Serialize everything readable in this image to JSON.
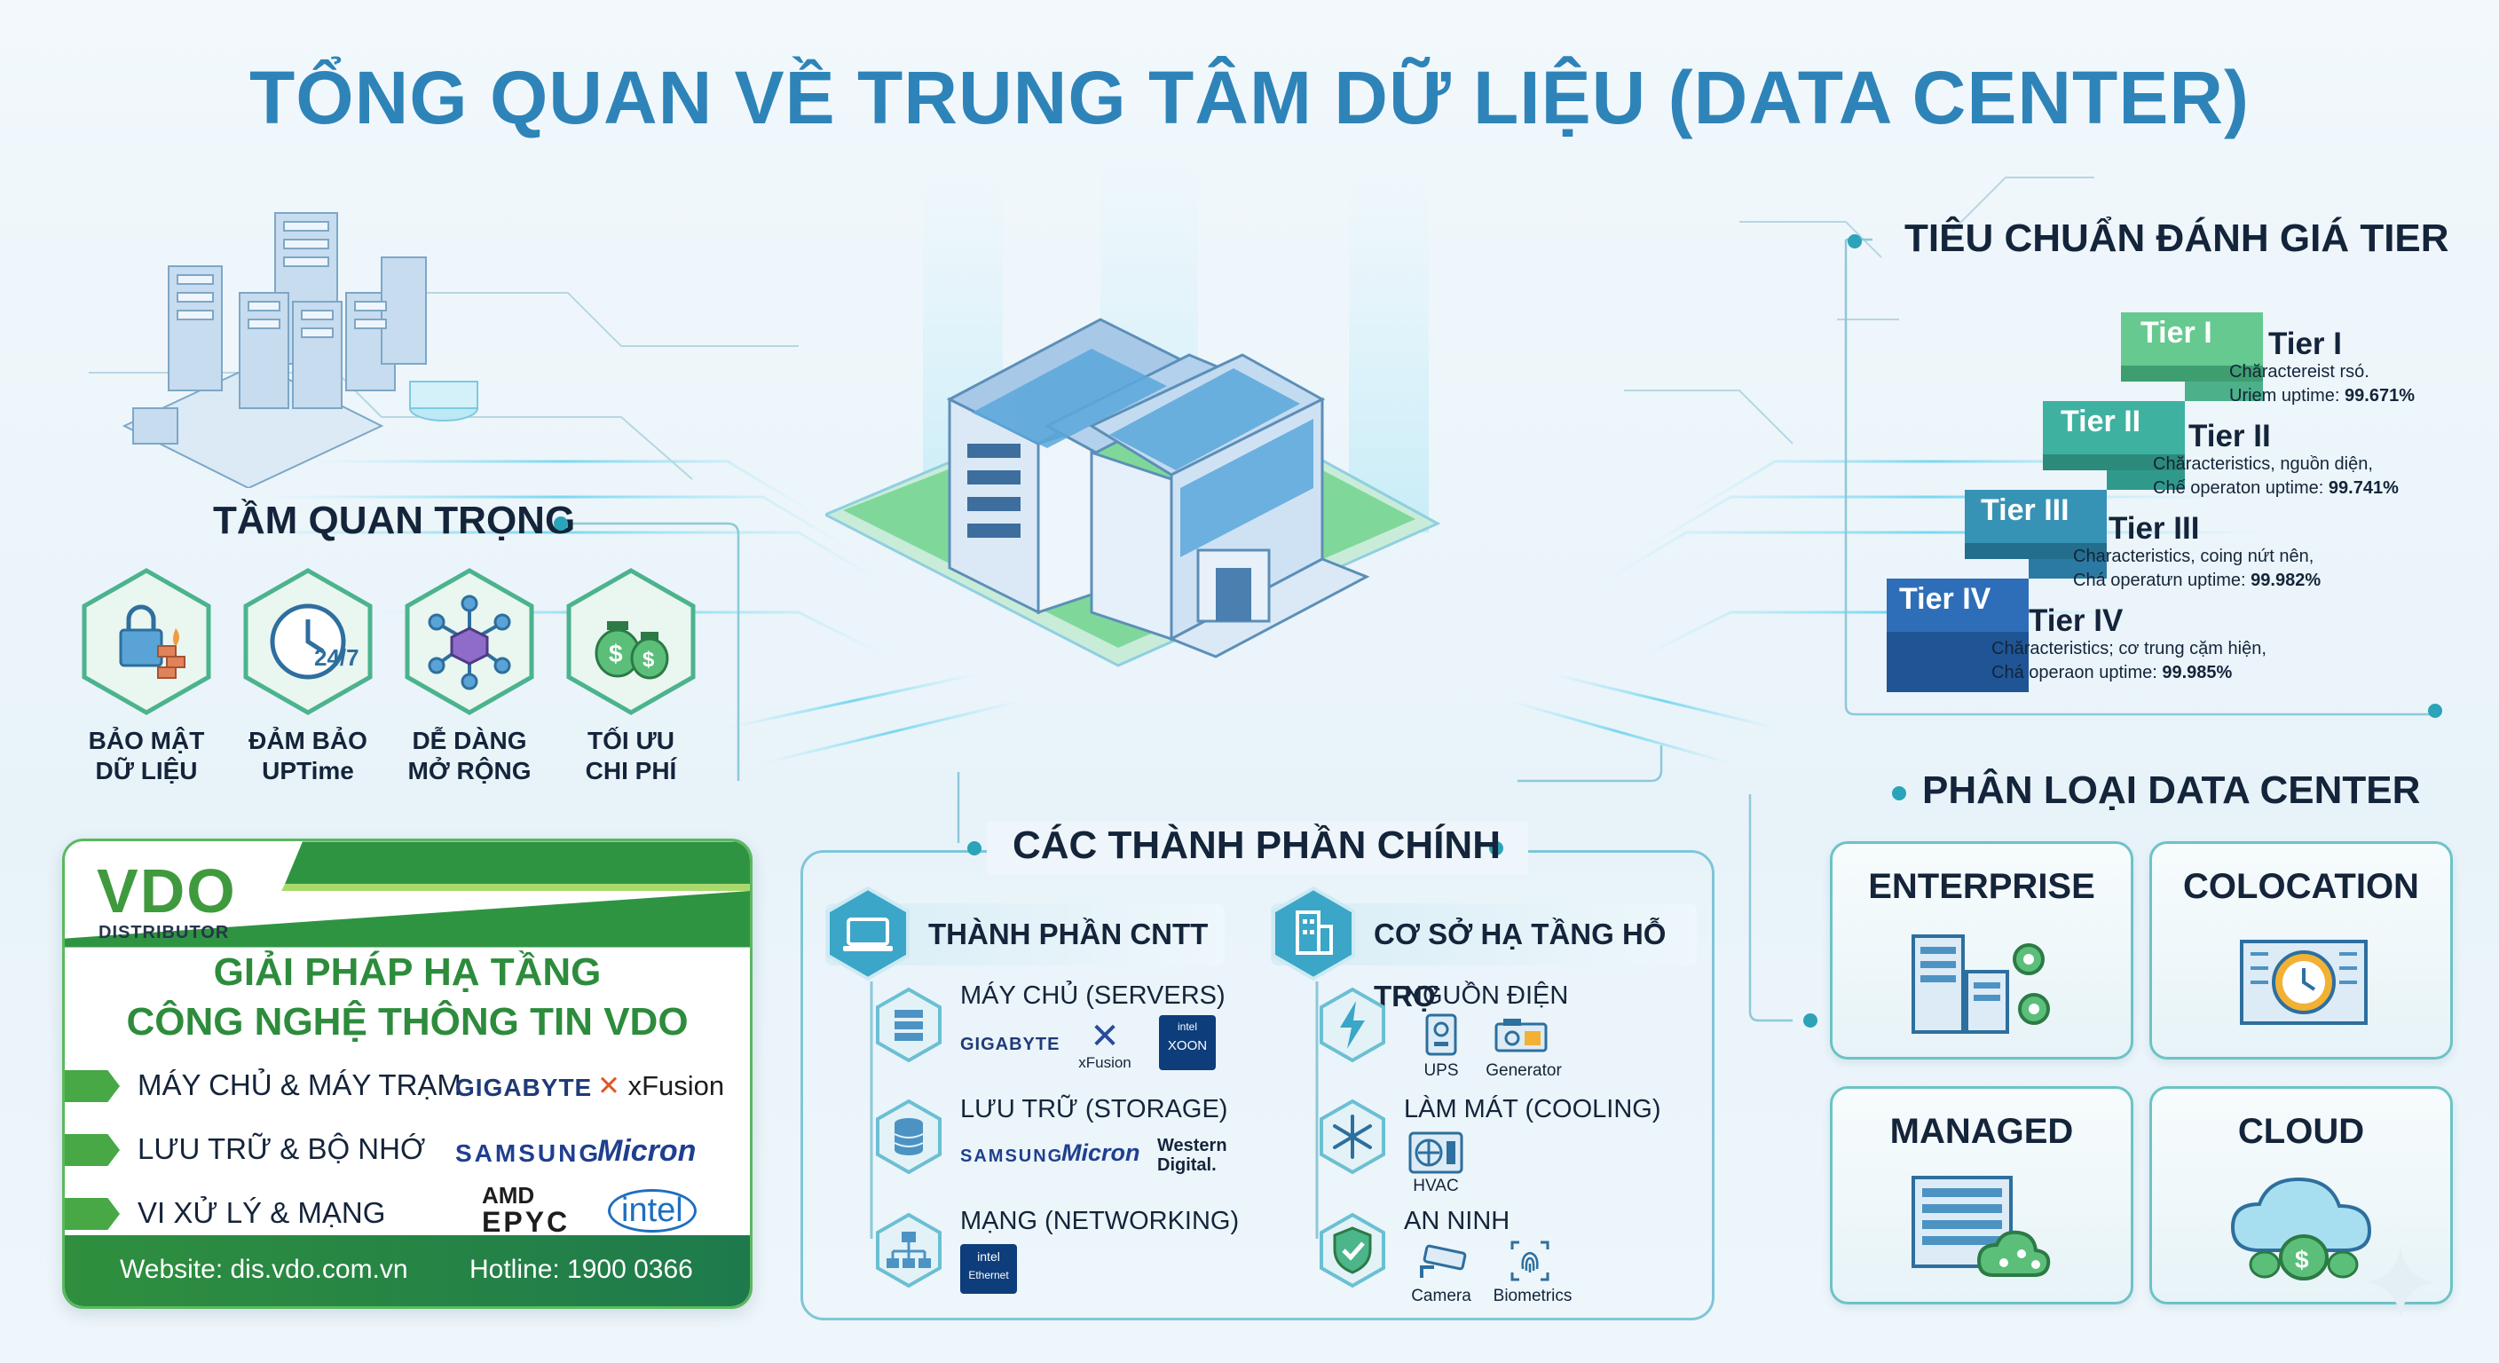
{
  "title": "TỔNG QUAN VỀ TRUNG TÂM DỮ LIỆU (DATA CENTER)",
  "importance": {
    "title": "TẦM QUAN TRỌNG",
    "items": [
      {
        "icon": "lock-firewall-icon",
        "line1": "BẢO MẬT",
        "line2": "DỮ LIỆU"
      },
      {
        "icon": "clock-24-7-icon",
        "line1": "ĐẢM BẢO",
        "line2": "UPTime",
        "badge": "24/7"
      },
      {
        "icon": "network-cube-icon",
        "line1": "DỄ DÀNG",
        "line2": "MỞ RỘNG"
      },
      {
        "icon": "money-bags-icon",
        "line1": "TỐI ƯU",
        "line2": "CHI PHÍ"
      }
    ]
  },
  "vdo": {
    "logo": "VDO",
    "subtitle": "DISTRIBUTOR",
    "heading_line1": "GIẢI PHÁP HẠ TẦNG",
    "heading_line2": "CÔNG NGHỆ THÔNG TIN VDO",
    "rows": [
      {
        "label": "MÁY CHỦ & MÁY TRẠM",
        "brand1": "GIGABYTE",
        "brand2": "xFusion"
      },
      {
        "label": "LƯU TRỮ & BỘ NHỚ",
        "brand1": "SAMSUNG",
        "brand2": "Micron"
      },
      {
        "label": "VI XỬ LÝ & MẠNG",
        "brand1a": "AMD",
        "brand1b": "EPYC",
        "brand2": "intel"
      }
    ],
    "website": "Website: dis.vdo.com.vn",
    "hotline": "Hotline: 1900 0366"
  },
  "components": {
    "title": "CÁC THÀNH PHẦN CHÍNH",
    "it": {
      "title": "THÀNH PHẦN CNTT",
      "servers": {
        "title": "MÁY CHỦ (SERVERS)",
        "brand1": "GIGABYTE",
        "brand2": "xFusion",
        "chip_top": "intel",
        "chip_main": "XOON"
      },
      "storage": {
        "title": "LƯU TRỮ (STORAGE)",
        "brand1": "SAMSUNG",
        "brand2": "Micron",
        "brand3a": "Western",
        "brand3b": "Digital."
      },
      "network": {
        "title": "MẠNG (NETWORKING)",
        "chip_top": "intel",
        "chip_main": "Ethernet"
      }
    },
    "infra": {
      "title": "CƠ SỞ HẠ TẦNG HỖ TRỢ",
      "power": {
        "title": "NGUỒN ĐIỆN",
        "ups": "UPS",
        "generator": "Generator"
      },
      "cooling": {
        "title": "LÀM MÁT (COOLING)",
        "hvac": "HVAC"
      },
      "security": {
        "title": "AN NINH",
        "camera": "Camera",
        "biometrics": "Biometrics"
      }
    }
  },
  "tiers": {
    "title": "TIÊU CHUẨN ĐÁNH GIÁ TIER",
    "items": [
      {
        "step": "Tier I",
        "name": "Tier I",
        "line1": "Chăractereist rsó.",
        "line2_text": "Uriem uptime: ",
        "line2_value": "99.671%",
        "color": "#5cc48c"
      },
      {
        "step": "Tier II",
        "name": "Tier II",
        "line1": "Chăracteristics, nguồn diện,",
        "line2_text": "Chế operaton uptime: ",
        "line2_value": "99.741%",
        "color": "#3fb1a0"
      },
      {
        "step": "Tier III",
        "name": "Tier III",
        "line1": "Characteristics, coing nứt nên,",
        "line2_text": "Chá operatưn uptime: ",
        "line2_value": "99.982%",
        "color": "#3693b5"
      },
      {
        "step": "Tier IV",
        "name": "Tier IV",
        "line1": "Chăracteristics; cơ trung cặm hiện,",
        "line2_text": "Chá operaon uptime: ",
        "line2_value": "99.985%",
        "color": "#2e6eb8"
      }
    ]
  },
  "classification": {
    "title": "PHÂN LOẠI DATA CENTER",
    "items": [
      {
        "label": "ENTERPRISE",
        "icon": "server-gears-icon"
      },
      {
        "label": "COLOCATION",
        "icon": "rack-clock-icon"
      },
      {
        "label": "MANAGED",
        "icon": "managed-server-icon"
      },
      {
        "label": "CLOUD",
        "icon": "cloud-money-icon"
      }
    ]
  },
  "colors": {
    "title": "#2e84b8",
    "accent_green": "#47a845",
    "accent_teal": "#2ba3b8",
    "text": "#14243a"
  }
}
